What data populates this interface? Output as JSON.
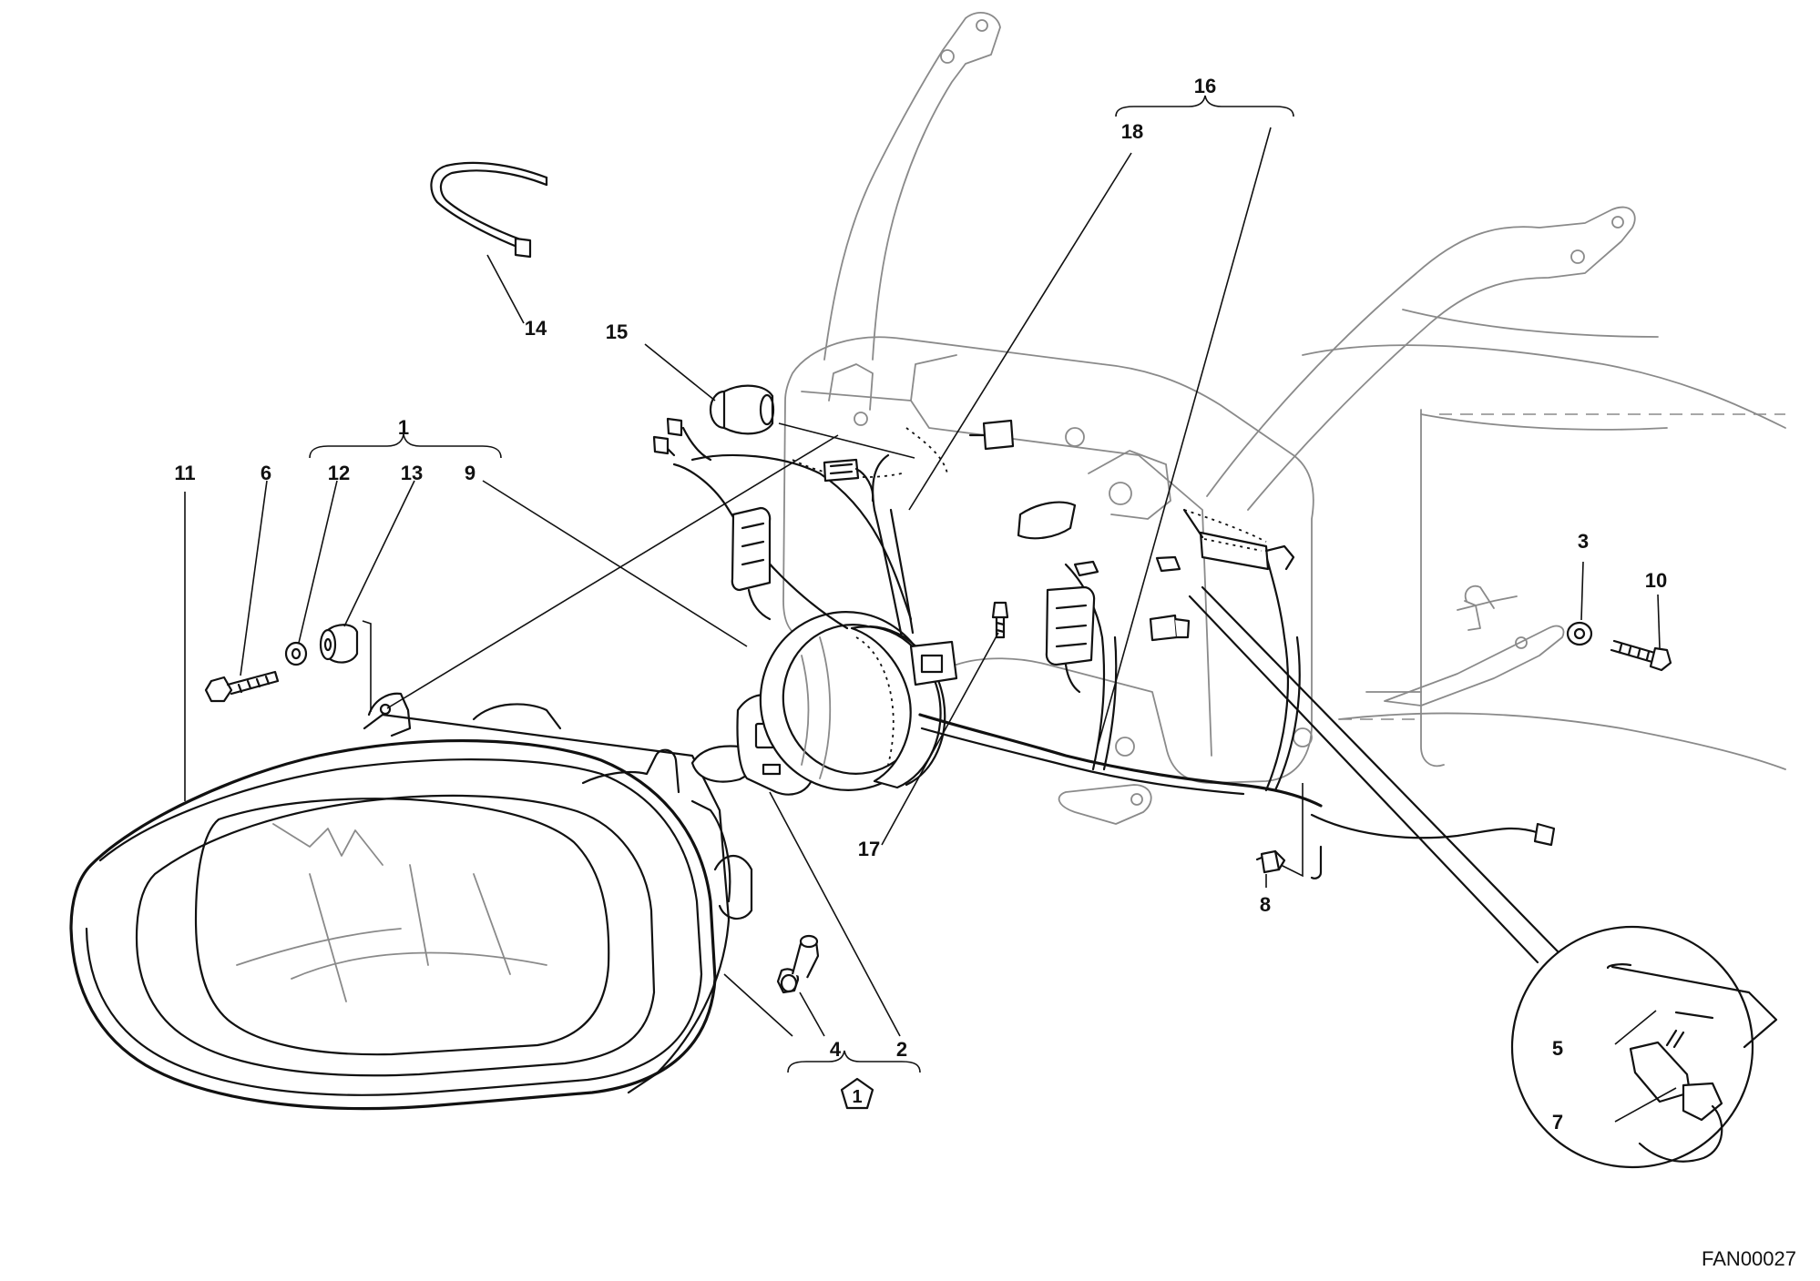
{
  "callouts": {
    "c1": "1",
    "c2": "2",
    "c3": "3",
    "c4": "4",
    "c5": "5",
    "c6": "6",
    "c7": "7",
    "c8": "8",
    "c9": "9",
    "c10": "10",
    "c11": "11",
    "c12": "12",
    "c13": "13",
    "c14": "14",
    "c15": "15",
    "c16": "16",
    "c17": "17",
    "c18": "18"
  },
  "symbol_label": "1",
  "figure_code": "FAN00027",
  "colors": {
    "ink": "#111111",
    "ghost": "#8a8a8a",
    "background": "#ffffff"
  }
}
